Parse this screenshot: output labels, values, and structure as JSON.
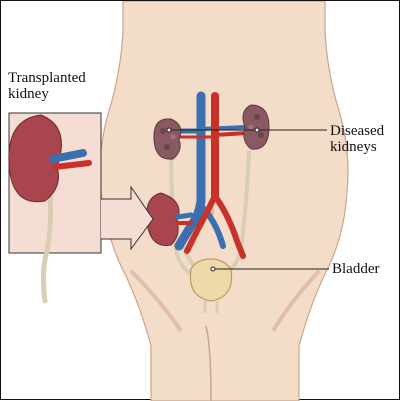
{
  "labels": {
    "transplanted_line1": "Transplanted",
    "transplanted_line2": "kidney",
    "diseased_line1": "Diseased",
    "diseased_line2": "kidneys",
    "bladder": "Bladder"
  },
  "colors": {
    "skin": "#f3dcc8",
    "skin_shadow": "#e9c4ab",
    "kidney_transplant": "#a8454f",
    "kidney_diseased": "#8a5a63",
    "artery": "#c8322a",
    "vein": "#3b6fb0",
    "ureter": "#d8cdb5",
    "bladder": "#f0d9a8",
    "inset_bg": "#f6ddd3",
    "callout_line": "#222222"
  }
}
